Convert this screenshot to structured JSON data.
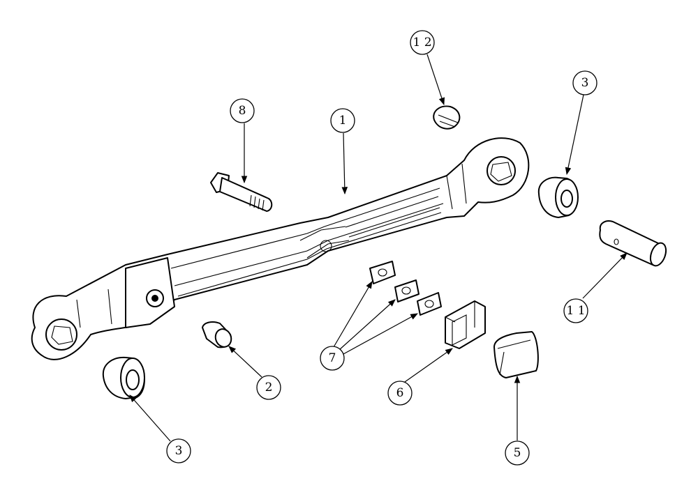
{
  "callouts": [
    {
      "id": "callout-12",
      "label": "1 2"
    },
    {
      "id": "callout-3-top",
      "label": "3"
    },
    {
      "id": "callout-8",
      "label": "8"
    },
    {
      "id": "callout-1",
      "label": "1"
    },
    {
      "id": "callout-11",
      "label": "1 1"
    },
    {
      "id": "callout-7",
      "label": "7"
    },
    {
      "id": "callout-2",
      "label": "2"
    },
    {
      "id": "callout-6",
      "label": "6"
    },
    {
      "id": "callout-3-bottom",
      "label": "3"
    },
    {
      "id": "callout-5",
      "label": "5"
    }
  ],
  "colors": {
    "line": "#000000",
    "background": "#ffffff"
  }
}
